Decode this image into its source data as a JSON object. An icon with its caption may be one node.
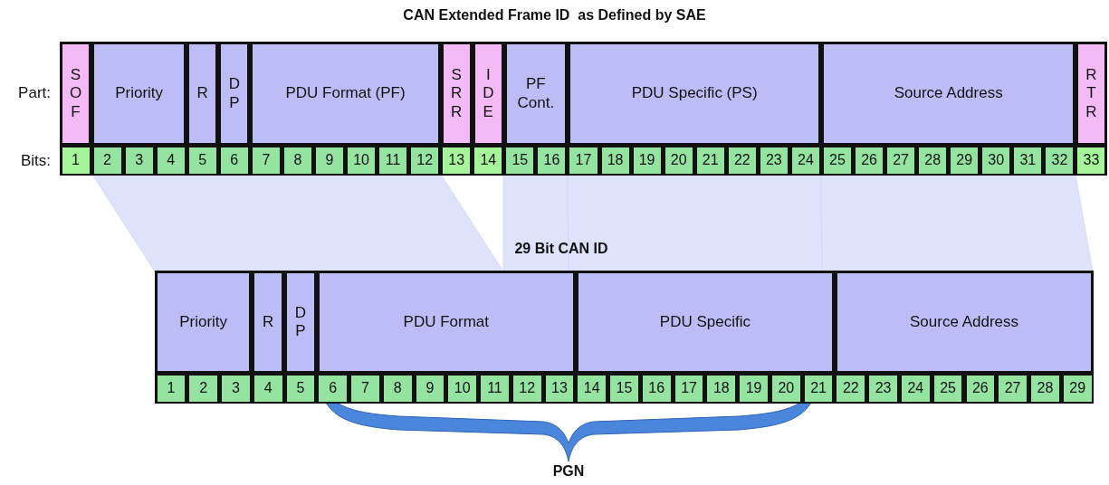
{
  "diagram": {
    "title": "CAN Extended Frame ID  as Defined by SAE",
    "nodes": [
      {
        "text": [
          "SOF"
        ]
      },
      {
        "text": [
          "Priority"
        ]
      },
      {
        "text": [
          "R"
        ]
      },
      {
        "text": [
          "DP"
        ]
      },
      {
        "text": [
          "PDU Format (PF)"
        ]
      },
      {
        "text": [
          "SRR"
        ]
      },
      {
        "text": [
          "IDE"
        ]
      },
      {
        "text": [
          "PF Cont."
        ]
      },
      {
        "text": [
          "PDU Specific (PS)"
        ]
      },
      {
        "text": [
          "Source Address"
        ]
      },
      {
        "text": [
          "RTR"
        ]
      },
      {
        "text": [
          "1"
        ]
      },
      {
        "text": [
          "2"
        ]
      },
      {
        "text": [
          "3"
        ]
      },
      {
        "text": [
          "4"
        ]
      },
      {
        "text": [
          "5"
        ]
      },
      {
        "text": [
          "6"
        ]
      },
      {
        "text": [
          "7"
        ]
      },
      {
        "text": [
          "8"
        ]
      },
      {
        "text": [
          "9"
        ]
      },
      {
        "text": [
          "10"
        ]
      },
      {
        "text": [
          "11"
        ]
      },
      {
        "text": [
          "12"
        ]
      },
      {
        "text": [
          "13"
        ]
      },
      {
        "text": [
          "14"
        ]
      },
      {
        "text": [
          "15"
        ]
      },
      {
        "text": [
          "16"
        ]
      },
      {
        "text": [
          "17"
        ]
      },
      {
        "text": [
          "18"
        ]
      },
      {
        "text": [
          "19"
        ]
      },
      {
        "text": [
          "20"
        ]
      },
      {
        "text": [
          "21"
        ]
      },
      {
        "text": [
          "22"
        ]
      },
      {
        "text": [
          "23"
        ]
      },
      {
        "text": [
          "24"
        ]
      },
      {
        "text": [
          "25"
        ]
      },
      {
        "text": [
          "26"
        ]
      },
      {
        "text": [
          "27"
        ]
      },
      {
        "text": [
          "28"
        ]
      },
      {
        "text": [
          "29"
        ]
      },
      {
        "text": [
          "30"
        ]
      },
      {
        "text": [
          "31"
        ]
      },
      {
        "text": [
          "32"
        ]
      },
      {
        "text": [
          "33"
        ]
      },
      {
        "text": [
          "Priority"
        ]
      },
      {
        "text": [
          "R"
        ]
      },
      {
        "text": [
          "DP"
        ]
      },
      {
        "text": [
          "PDU Format"
        ]
      },
      {
        "text": [
          "PDU Specific"
        ]
      },
      {
        "text": [
          "Source Address"
        ]
      },
      {
        "text": [
          "1"
        ]
      },
      {
        "text": [
          "2"
        ]
      },
      {
        "text": [
          "3"
        ]
      },
      {
        "text": [
          "4"
        ]
      },
      {
        "text": [
          "5"
        ]
      },
      {
        "text": [
          "6"
        ]
      },
      {
        "text": [
          "7"
        ]
      },
      {
        "text": [
          "8"
        ]
      },
      {
        "text": [
          "9"
        ]
      },
      {
        "text": [
          "10"
        ]
      },
      {
        "text": [
          "11"
        ]
      },
      {
        "text": [
          "12"
        ]
      },
      {
        "text": [
          "13"
        ]
      },
      {
        "text": [
          "14"
        ]
      },
      {
        "text": [
          "15"
        ]
      },
      {
        "text": [
          "16"
        ]
      },
      {
        "text": [
          "17"
        ]
      },
      {
        "text": [
          "18"
        ]
      },
      {
        "text": [
          "19"
        ]
      },
      {
        "text": [
          "20"
        ]
      },
      {
        "text": [
          "21"
        ]
      },
      {
        "text": [
          "22"
        ]
      },
      {
        "text": [
          "23"
        ]
      },
      {
        "text": [
          "24"
        ]
      },
      {
        "text": [
          "25"
        ]
      },
      {
        "text": [
          "26"
        ]
      },
      {
        "text": [
          "27"
        ]
      },
      {
        "text": [
          "28"
        ]
      },
      {
        "text": [
          "29"
        ]
      }
    ],
    "labels": [
      "Part:",
      "Bits:",
      "29 Bit CAN ID",
      "PGN"
    ]
  }
}
